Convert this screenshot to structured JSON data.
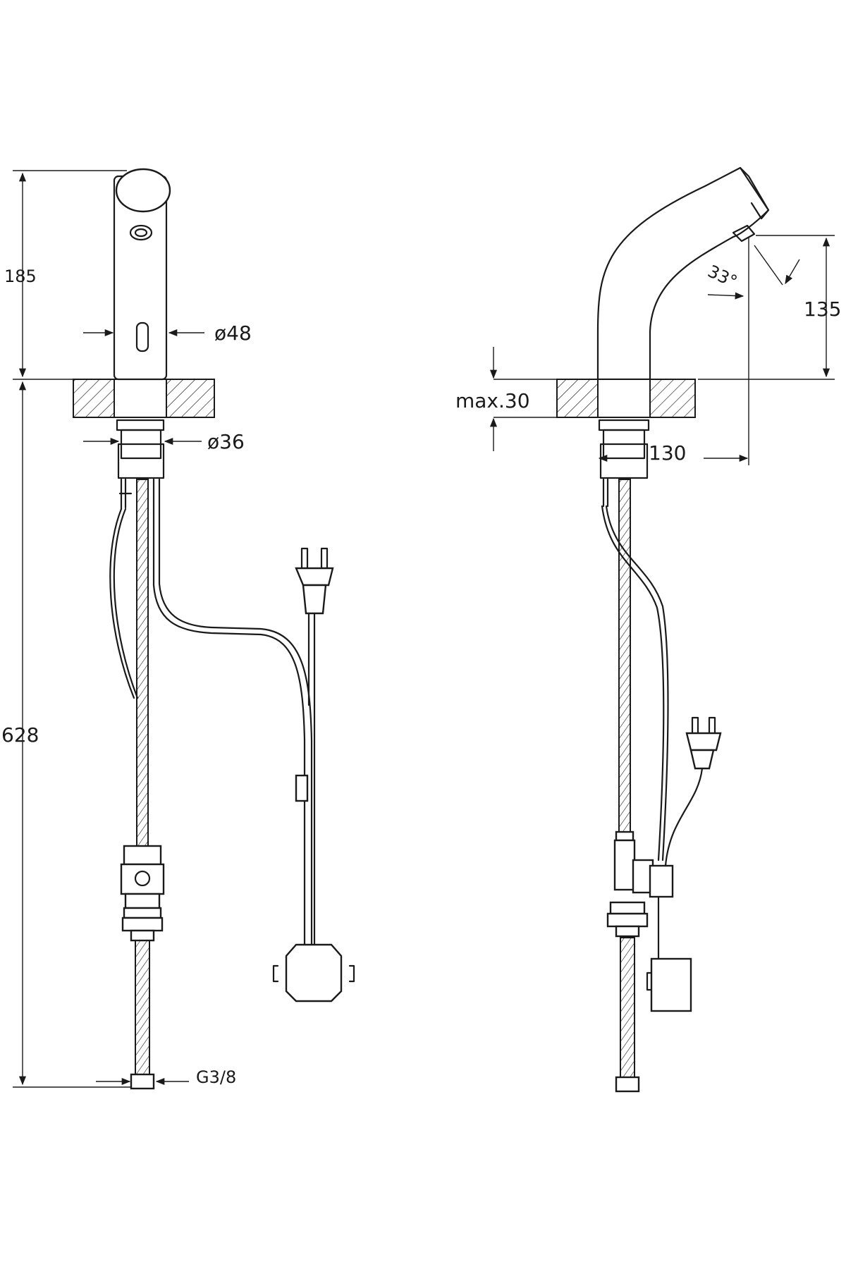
{
  "dimensions": {
    "height_top": "185",
    "height_total": "628",
    "diameter_body": "ø48",
    "diameter_shank": "ø36",
    "thread": "G3/8",
    "max_counter": "max.30",
    "reach": "130",
    "spout_height": "135",
    "angle": "33°"
  },
  "colors": {
    "line": "#1a1a1a",
    "background": "#ffffff"
  }
}
